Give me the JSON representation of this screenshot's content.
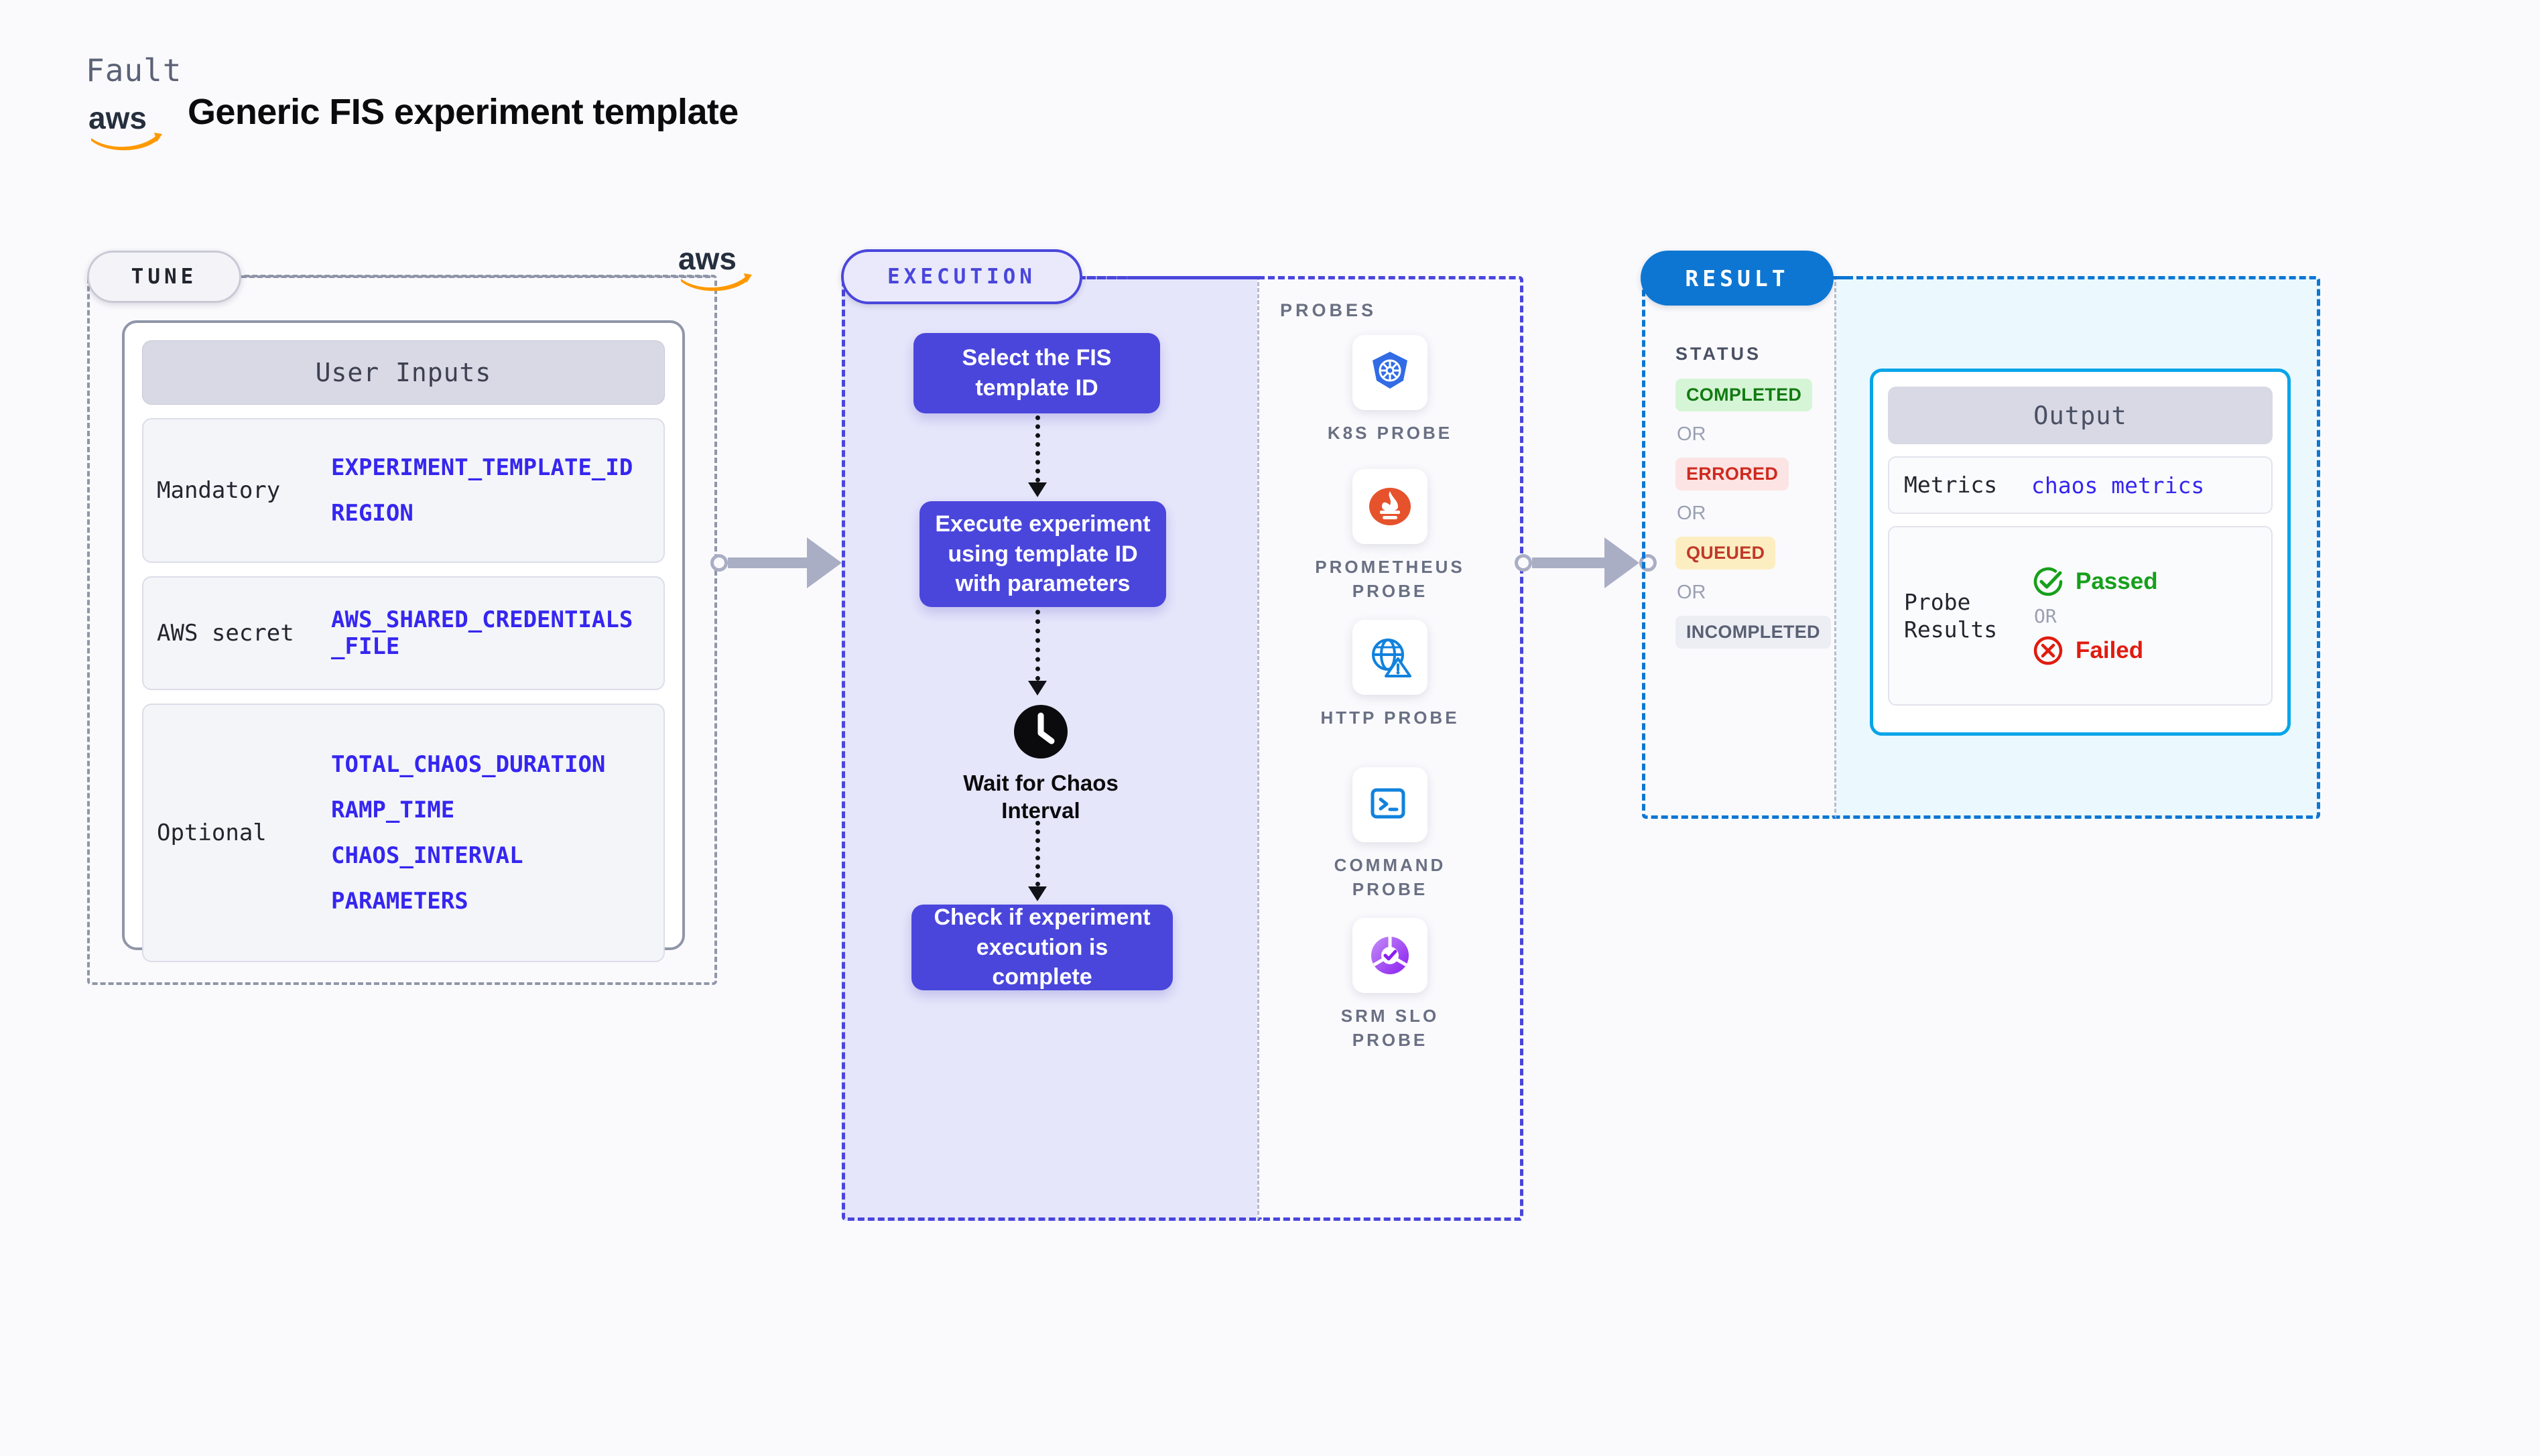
{
  "header": {
    "eyebrow": "Fault",
    "title": "Generic FIS experiment template",
    "logo_icon": "aws-logo"
  },
  "colors": {
    "page_bg": "#fafafd",
    "tune_accent": "#9096a8",
    "execution_accent": "#4a46dc",
    "execution_bg": "#e6e6fb",
    "result_accent": "#0d76d3",
    "result_bg": "#ebf8fe",
    "output_border": "#07a5e8",
    "variable_blue": "#3526f0",
    "harness_pink": "#f9568f"
  },
  "tune": {
    "badge": "TUNE",
    "card_title": "User Inputs",
    "rows": [
      {
        "label": "Mandatory",
        "values": [
          "EXPERIMENT_TEMPLATE_ID",
          "REGION"
        ]
      },
      {
        "label": "AWS secret",
        "values": [
          "AWS_SHARED_CREDENTIALS\n_FILE"
        ]
      },
      {
        "label": "Optional",
        "values": [
          "TOTAL_CHAOS_DURATION",
          "RAMP_TIME",
          "CHAOS_INTERVAL",
          "PARAMETERS"
        ]
      }
    ]
  },
  "execution": {
    "badge": "EXECUTION",
    "steps": [
      {
        "label": "Select the FIS template ID",
        "badge_icon": "harness-icon"
      },
      {
        "label": "Execute experiment using template ID with parameters",
        "badge_icon": "harness-icon"
      },
      {
        "label": "Wait for Chaos Interval",
        "icon": "clock-icon"
      },
      {
        "label": "Check if experiment execution is complete",
        "badge_icon": "harness-icon"
      }
    ]
  },
  "probes": {
    "title": "PROBES",
    "items": [
      {
        "label": "K8S PROBE",
        "icon": "kubernetes-icon"
      },
      {
        "label": "PROMETHEUS PROBE",
        "icon": "prometheus-icon"
      },
      {
        "label": "HTTP PROBE",
        "icon": "http-globe-warning-icon"
      },
      {
        "label": "COMMAND PROBE",
        "icon": "terminal-icon"
      },
      {
        "label": "SRM SLO PROBE",
        "icon": "srm-slo-icon"
      }
    ]
  },
  "result": {
    "badge": "RESULT",
    "status_title": "STATUS",
    "statuses": [
      {
        "label": "COMPLETED",
        "variant": "completed"
      },
      {
        "label": "ERRORED",
        "variant": "errored"
      },
      {
        "label": "QUEUED",
        "variant": "queued"
      },
      {
        "label": "INCOMPLETED",
        "variant": "incompleted"
      }
    ],
    "or_label": "OR",
    "output": {
      "title": "Output",
      "metrics_label": "Metrics",
      "metrics_value": "chaos metrics",
      "probe_label": "Probe Results",
      "passed_label": "Passed",
      "failed_label": "Failed",
      "or_label": "OR",
      "passed_icon": "check-circle-icon",
      "failed_icon": "x-circle-icon"
    }
  },
  "connectors": {
    "tune_to_execution": "arrow-right",
    "execution_to_result": "arrow-right"
  }
}
